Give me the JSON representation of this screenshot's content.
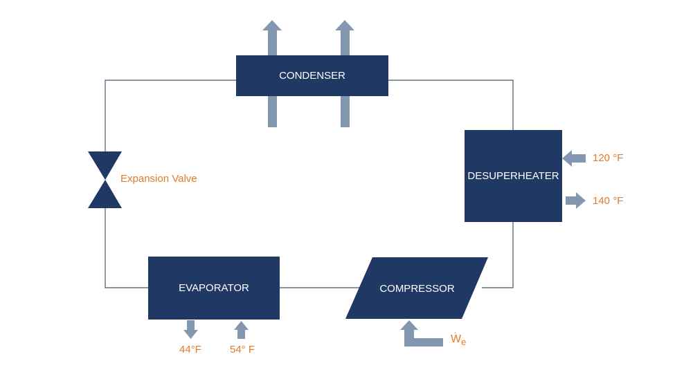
{
  "components": {
    "condenser": "CONDENSER",
    "desuperheater": "DESUPERHEATER",
    "evaporator": "EVAPORATOR",
    "compressor": "COMPRESSOR",
    "expansion_valve": "Expansion Valve"
  },
  "labels": {
    "desuperheater_in": "120 °F",
    "desuperheater_out": "140 °F",
    "evaporator_out": "44°F",
    "evaporator_in": "54° F",
    "work_input_symbol": "W",
    "work_input_subscript": "e"
  },
  "colors": {
    "block": "#1f3864",
    "line": "#44546a",
    "arrow": "#8497b0",
    "label": "#e07b2a"
  }
}
